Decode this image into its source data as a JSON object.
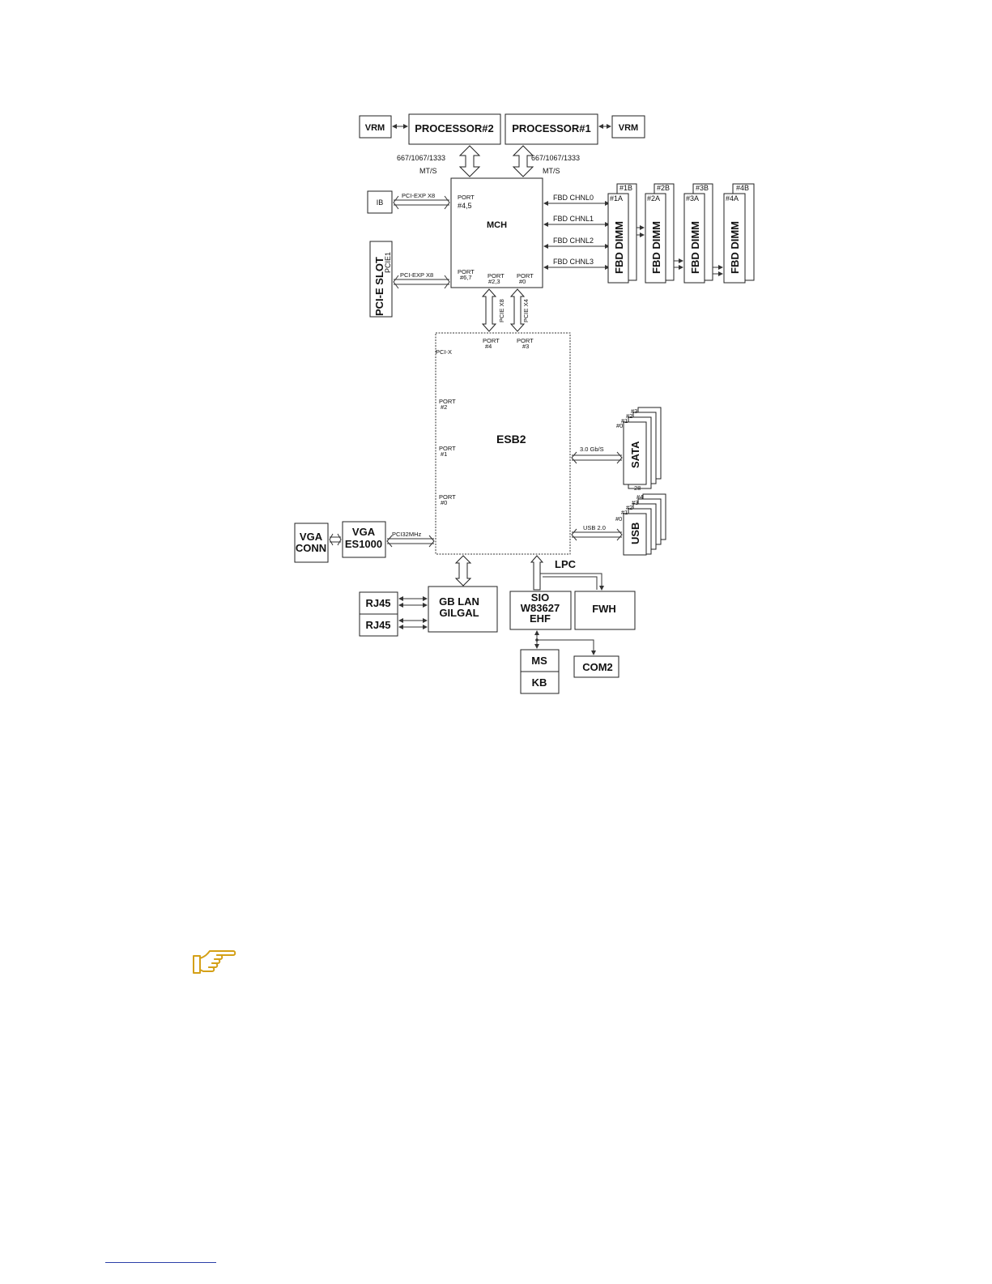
{
  "diagram": {
    "processor2": "PROCESSOR#2",
    "processor1": "PROCESSOR#1",
    "vrm_left": "VRM",
    "vrm_right": "VRM",
    "bus_speed_left": "667/1067/1333",
    "bus_units_left": "MT/S",
    "bus_speed_right": "667/1067/1333",
    "bus_units_right": "MT/S",
    "mch": "MCH",
    "mch_port_45_a": "PORT",
    "mch_port_45_b": "#4,5",
    "mch_port_67_a": "PORT",
    "mch_port_67_b": "#6,7",
    "mch_port_23_a": "PORT",
    "mch_port_23_b": "#2,3",
    "mch_port_0_a": "PORT",
    "mch_port_0_b": "#0",
    "ib": "IB",
    "pci_exp_x8_top": "PCI-EXP X8",
    "pci_exp_x8_bottom": "PCI-EXP X8",
    "pcie_slot": "PCI-E SLOT",
    "pcie_slot_id": "PCIE1",
    "fbd_channels": [
      "FBD CHNL0",
      "FBD CHNL1",
      "FBD CHNL2",
      "FBD CHNL3"
    ],
    "dimm_label": "FBD DIMM",
    "dimm_groups": [
      {
        "a": "#1A",
        "b": "#1B"
      },
      {
        "a": "#2A",
        "b": "#2B"
      },
      {
        "a": "#3A",
        "b": "#3B"
      },
      {
        "a": "#4A",
        "b": "#4B"
      }
    ],
    "pcie_x8_link": "PCIE X8",
    "pcie_x4_link": "PCIE X4",
    "esb2": "ESB2",
    "pci_x": "PCI-X",
    "esb_port_4_a": "PORT",
    "esb_port_4_b": "#4",
    "esb_port_3_a": "PORT",
    "esb_port_3_b": "#3",
    "esb_port_2_a": "PORT",
    "esb_port_2_b": "#2",
    "esb_port_1_a": "PORT",
    "esb_port_1_b": "#1",
    "esb_port_0_a": "PORT",
    "esb_port_0_b": "#0",
    "sata": "SATA",
    "sata_speed": "3.0 Gb/S",
    "sata_ports": [
      "#0",
      "#1",
      "#2",
      "#3"
    ],
    "sata_bottom": "28",
    "usb": "USB",
    "usb_speed": "USB 2.0",
    "usb_ports": [
      "#0",
      "#1",
      "#2",
      "#3",
      "#4"
    ],
    "vga_conn_1": "VGA",
    "vga_conn_2": "CONN",
    "vga_chip_1": "VGA",
    "vga_chip_2": "ES1000",
    "pci_32": "PCI32MHz",
    "lpc": "LPC",
    "rj45_1": "RJ45",
    "rj45_2": "RJ45",
    "gblan_1": "GB LAN",
    "gblan_2": "GILGAL",
    "sio_1": "SIO",
    "sio_2": "W83627",
    "sio_3": "EHF",
    "fwh": "FWH",
    "ms": "MS",
    "kb": "KB",
    "com2": "COM2"
  },
  "colors": {
    "note_icon": "#d4a017",
    "footer_rule": "#2b3fa8"
  },
  "icons": {
    "note": "pointing-hand-icon"
  }
}
